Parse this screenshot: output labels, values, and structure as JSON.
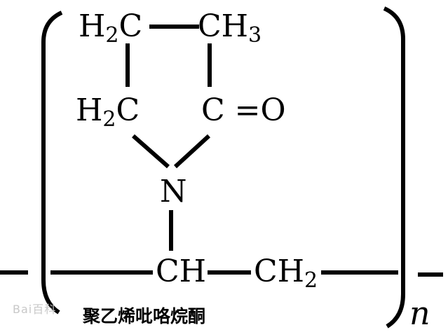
{
  "diagram": {
    "atoms": {
      "h2c_top": {
        "main": "H",
        "sub": "2",
        "tail": "C"
      },
      "ch3": {
        "main": "CH",
        "sub": "3",
        "tail": ""
      },
      "h2c_mid": {
        "main": "H",
        "sub": "2",
        "tail": "C"
      },
      "carbonyl": {
        "main": "C =O",
        "sub": "",
        "tail": ""
      },
      "nitrogen": {
        "main": "N",
        "sub": "",
        "tail": ""
      },
      "ch": {
        "main": "CH",
        "sub": "",
        "tail": ""
      },
      "ch2": {
        "main": "CH",
        "sub": "2",
        "tail": ""
      }
    },
    "repeat_label": "n",
    "caption": "聚乙烯吡咯烷酮",
    "watermark": "Bai百科"
  }
}
